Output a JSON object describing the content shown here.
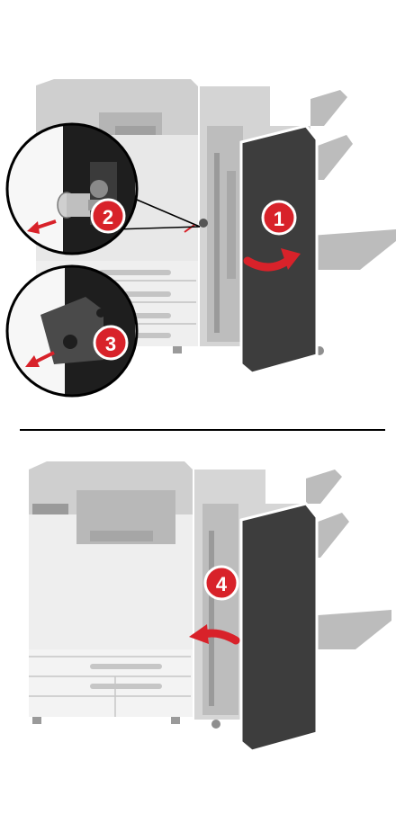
{
  "colors": {
    "printer_body": "#c8c8c8",
    "printer_shadow": "#a9a9a9",
    "printer_white": "#f4f4f4",
    "door": "#3d3d3d",
    "door_edge": "#ffffff",
    "callout_red": "#d8222a",
    "arrow_red": "#d8222a",
    "divider": "#000000"
  },
  "icons": {
    "step_badge": "red-circle-number",
    "door_arrow": "curved-arrow",
    "pull_arrow": "straight-arrow"
  },
  "steps": [
    {
      "label": "1",
      "action": "open-door"
    },
    {
      "label": "2",
      "action": "pull-screw"
    },
    {
      "label": "3",
      "action": "pull-bracket"
    },
    {
      "label": "4",
      "action": "close-door"
    }
  ]
}
